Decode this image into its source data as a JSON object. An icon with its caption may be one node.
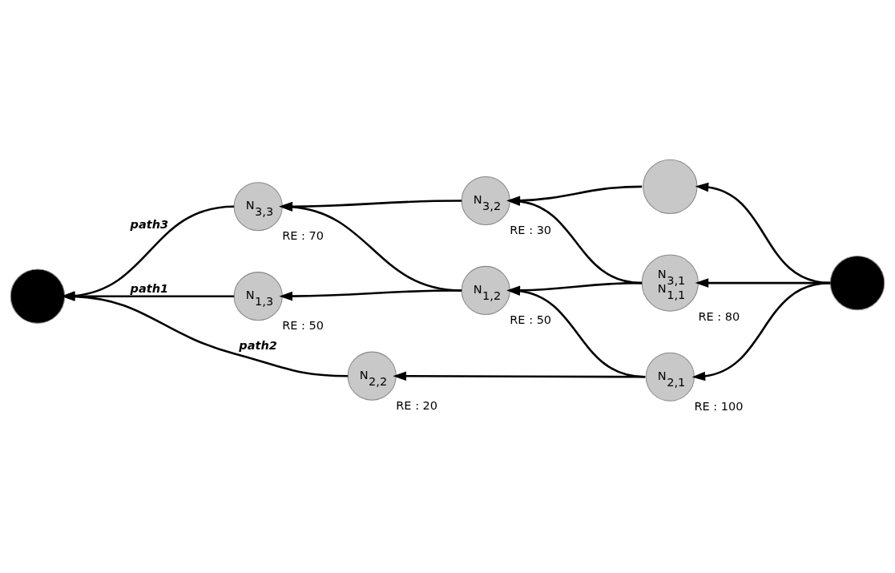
{
  "diagram": {
    "nodes": [
      {
        "text": [],
        "shape": "circle"
      },
      {
        "text": [
          "N$_{3,3}$"
        ],
        "beside": [
          "RE : 70"
        ]
      },
      {
        "text": [
          "N$_{3,2}$"
        ],
        "beside": [
          "RE : 30"
        ]
      },
      {
        "text": [
          "N$_{1,3}$"
        ],
        "beside": [
          "RE : 50"
        ]
      },
      {
        "text": [
          "N$_{1,2}$"
        ],
        "beside": [
          "RE : 50"
        ]
      },
      {
        "text": [
          "N$_{3,1}$",
          "N$_{1,1}$"
        ],
        "beside": [
          "RE : 80"
        ]
      },
      {
        "text": [],
        "shape": "circle"
      },
      {
        "text": [
          "N$_{2,2}$"
        ],
        "beside": [
          "RE : 20"
        ]
      },
      {
        "text": [
          "N$_{2,1}$"
        ],
        "beside": [
          "RE : 100"
        ]
      },
      {
        "text": [],
        "shape": "circle"
      }
    ],
    "edges": [
      {
        "from": 1,
        "to": 0,
        "arrow": "to",
        "label": "path3"
      },
      {
        "from": 2,
        "to": 1,
        "arrow": "to"
      },
      {
        "from": 3,
        "to": 0,
        "arrow": "to",
        "label": "path1"
      },
      {
        "from": 7,
        "to": 0,
        "arrow": "to",
        "label": "path2"
      },
      {
        "from": 4,
        "to": 1,
        "arrow": "to"
      },
      {
        "from": 5,
        "to": 2,
        "arrow": "to"
      },
      {
        "from": 6,
        "to": 2,
        "arrow": "to"
      },
      {
        "from": 4,
        "to": 3,
        "arrow": "to"
      },
      {
        "from": 5,
        "to": 4,
        "arrow": "to"
      },
      {
        "from": 9,
        "to": 5,
        "arrow": "to"
      },
      {
        "from": 9,
        "to": 6,
        "arrow": "to"
      },
      {
        "from": 8,
        "to": 4,
        "arrow": "to"
      },
      {
        "from": 8,
        "to": 7,
        "arrow": "to"
      },
      {
        "from": 9,
        "to": 8,
        "arrow": "to"
      }
    ]
  }
}
